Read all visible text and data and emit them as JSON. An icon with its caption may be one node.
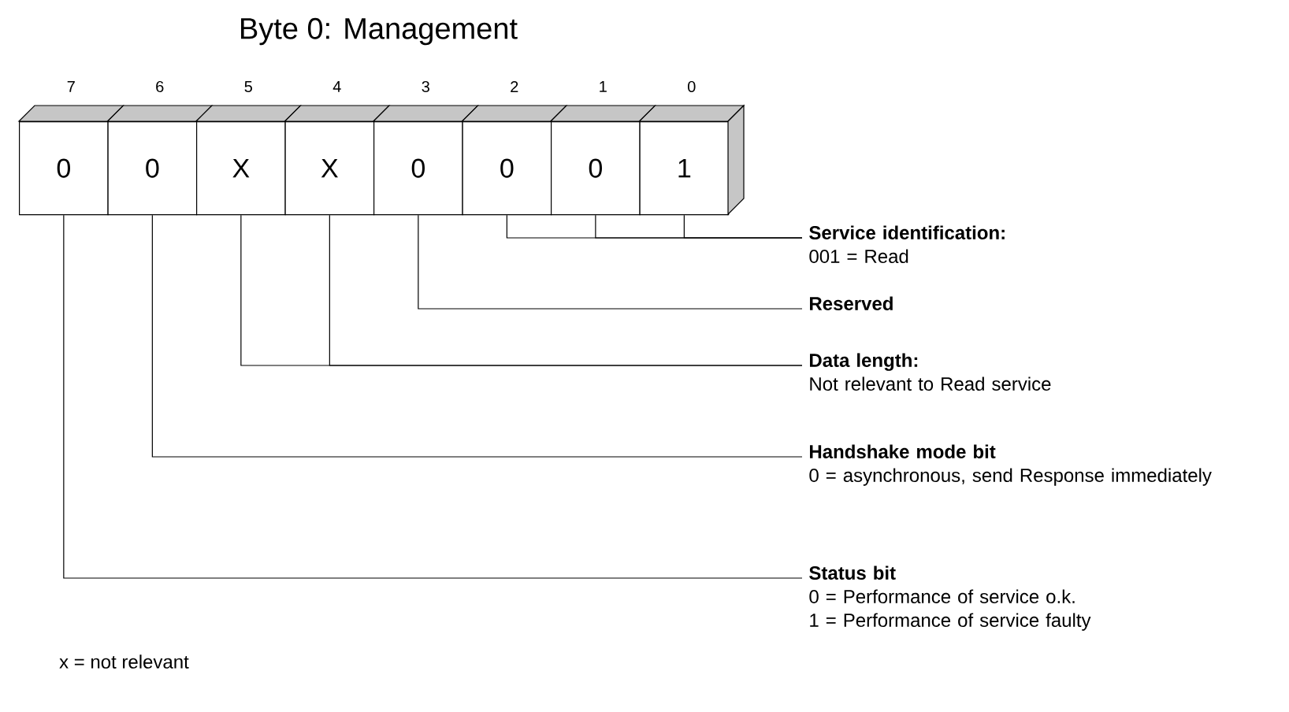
{
  "diagram": {
    "title": "Byte 0: Management",
    "nodes": [
      {
        "text": [
          "0"
        ],
        "beside": [
          "7"
        ]
      },
      {
        "text": [
          "0"
        ],
        "beside": [
          "6"
        ]
      },
      {
        "text": [
          "X"
        ],
        "beside": [
          "5"
        ]
      },
      {
        "text": [
          "X"
        ],
        "beside": [
          "4"
        ]
      },
      {
        "text": [
          "0"
        ],
        "beside": [
          "3"
        ]
      },
      {
        "text": [
          "0"
        ],
        "beside": [
          "2"
        ]
      },
      {
        "text": [
          "0"
        ],
        "beside": [
          "1"
        ]
      },
      {
        "text": [
          "1"
        ],
        "beside": [
          "0"
        ]
      },
      {
        "text": [
          "Service identification:",
          "001 = Read"
        ]
      },
      {
        "text": [
          "Reserved"
        ]
      },
      {
        "text": [
          "Data length:",
          "Not relevant to Read service"
        ]
      },
      {
        "text": [
          "Handshake mode bit",
          "0 = asynchronous, send Response immediately"
        ]
      },
      {
        "text": [
          "Status bit",
          "0 = Performance of service o.k.",
          "1 = Performance of service faulty"
        ]
      }
    ],
    "edges": [
      {
        "from": 5,
        "to": 8,
        "arrow": "none"
      },
      {
        "from": 6,
        "to": 8,
        "arrow": "none"
      },
      {
        "from": 7,
        "to": 8,
        "arrow": "none"
      },
      {
        "from": 4,
        "to": 9,
        "arrow": "none"
      },
      {
        "from": 2,
        "to": 10,
        "arrow": "none"
      },
      {
        "from": 3,
        "to": 10,
        "arrow": "none"
      },
      {
        "from": 1,
        "to": 11,
        "arrow": "none"
      },
      {
        "from": 0,
        "to": 12,
        "arrow": "none"
      }
    ],
    "labels": [
      "x = not relevant"
    ]
  }
}
